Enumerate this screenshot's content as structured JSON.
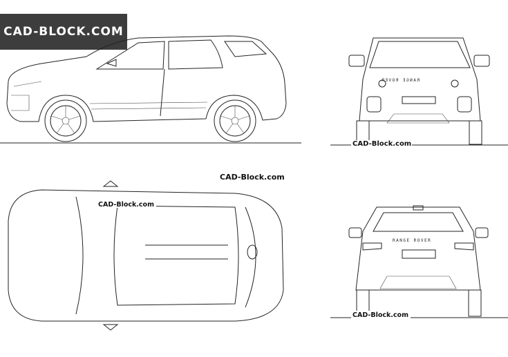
{
  "logo": {
    "text": "CAD-Block.com"
  },
  "watermarks": {
    "front": "CAD-Block.com",
    "top_center": "CAD-Block.com",
    "top_right": "CAD-Block.com",
    "rear": "CAD-Block.com"
  },
  "badges": {
    "front": "RANGE ROVER",
    "rear": "RANGE ROVER"
  }
}
